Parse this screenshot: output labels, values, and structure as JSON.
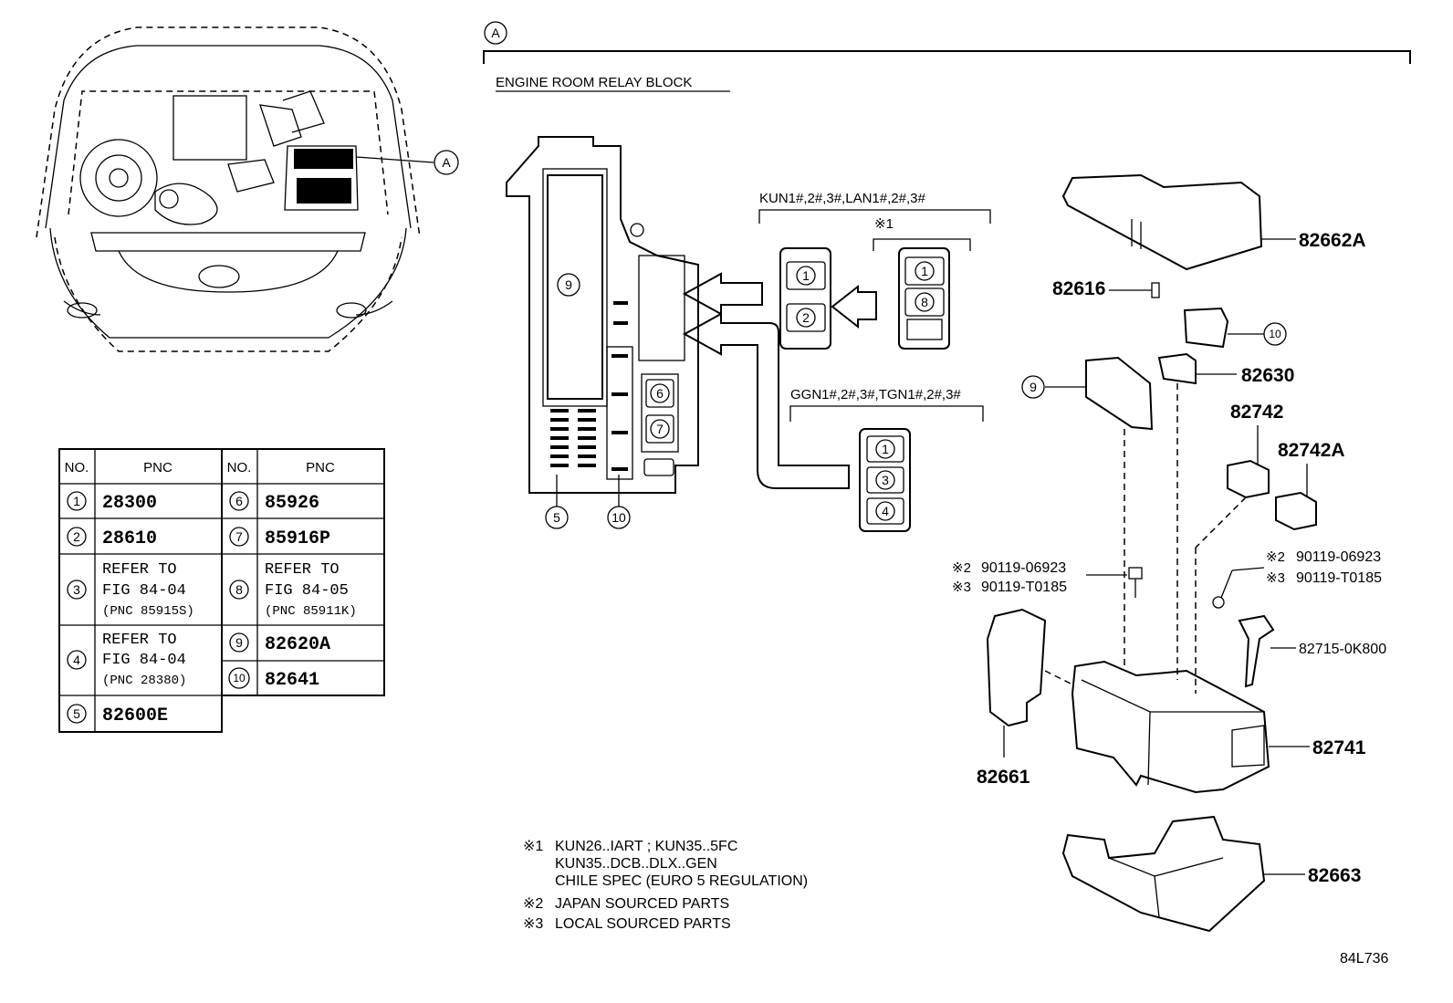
{
  "section_marker": "A",
  "block_title": "ENGINE ROOM RELAY BLOCK",
  "engine_callout": "A",
  "relay_groups": {
    "group1_label": "KUN1#,2#,3#,LAN1#,2#,3#",
    "group1_sub_label": "※1",
    "group2_label": "GGN1#,2#,3#,TGN1#,2#,3#"
  },
  "slot_numbers": {
    "g1a": "1",
    "g1b": "2",
    "g2a": "1",
    "g2b": "8",
    "g3a": "1",
    "g3b": "3",
    "g3c": "4",
    "box9": "9",
    "box6": "6",
    "box7": "7",
    "box5": "5",
    "box10": "10"
  },
  "table": {
    "headers": [
      "NO.",
      "PNC",
      "NO.",
      "PNC"
    ],
    "left_rows": [
      {
        "no": "1",
        "pnc": [
          "28300"
        ]
      },
      {
        "no": "2",
        "pnc": [
          "28610"
        ]
      },
      {
        "no": "3",
        "pnc": [
          "REFER TO",
          "FIG 84-04",
          "(PNC 85915S)"
        ]
      },
      {
        "no": "4",
        "pnc": [
          "REFER TO",
          "FIG 84-04",
          "(PNC 28380)"
        ]
      },
      {
        "no": "5",
        "pnc": [
          "82600E"
        ]
      }
    ],
    "right_rows": [
      {
        "no": "6",
        "pnc": [
          "85926"
        ]
      },
      {
        "no": "7",
        "pnc": [
          "85916P"
        ]
      },
      {
        "no": "8",
        "pnc": [
          "REFER TO",
          "FIG 84-05",
          "(PNC 85911K)"
        ]
      },
      {
        "no": "9",
        "pnc": [
          "82620A"
        ]
      },
      {
        "no": "10",
        "pnc": [
          "82641"
        ]
      }
    ]
  },
  "parts": {
    "p82662A": "82662A",
    "p82616": "82616",
    "p10": "10",
    "p9": "9",
    "p82630": "82630",
    "p82742": "82742",
    "p82742A": "82742A",
    "bolt_left_1_mark": "※2",
    "bolt_left_1": "90119-06923",
    "bolt_left_2_mark": "※3",
    "bolt_left_2": "90119-T0185",
    "bolt_right_1_mark": "※2",
    "bolt_right_1": "90119-06923",
    "bolt_right_2_mark": "※3",
    "bolt_right_2": "90119-T0185",
    "p82715": "82715-0K800",
    "p82741": "82741",
    "p82661": "82661",
    "p82663": "82663"
  },
  "notes": [
    {
      "mark": "※1",
      "lines": [
        "KUN26..IART ; KUN35..5FC",
        "KUN35..DCB..DLX..GEN",
        "CHILE SPEC (EURO 5 REGULATION)"
      ]
    },
    {
      "mark": "※2",
      "lines": [
        "JAPAN SOURCED PARTS"
      ]
    },
    {
      "mark": "※3",
      "lines": [
        "LOCAL SOURCED PARTS"
      ]
    }
  ],
  "figure_code": "84L736"
}
